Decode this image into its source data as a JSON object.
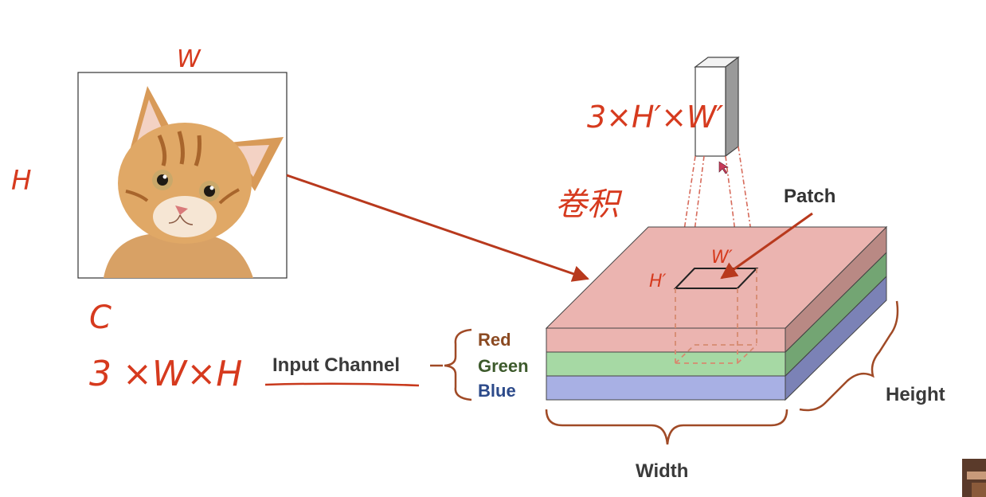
{
  "annotations": {
    "width_mark": "W",
    "height_mark": "H",
    "channel_mark": "C",
    "input_shape": "3 ×W×H",
    "kernel_shape": "3×H′×W′",
    "conv_note": "卷积",
    "patch_h": "H′",
    "patch_w": "W′"
  },
  "labels": {
    "patch": "Patch",
    "input_channel": "Input Channel",
    "red": "Red",
    "green": "Green",
    "blue": "Blue",
    "width": "Width",
    "height": "Height"
  },
  "colors": {
    "red_layer": "#ebb4b0",
    "green_layer": "#a6d9a4",
    "blue_layer": "#a8b0e4",
    "annotation_red": "#d63a1e",
    "red_text": "#8b4a22",
    "green_text": "#3d5a2c",
    "blue_text": "#2c4a8a"
  }
}
